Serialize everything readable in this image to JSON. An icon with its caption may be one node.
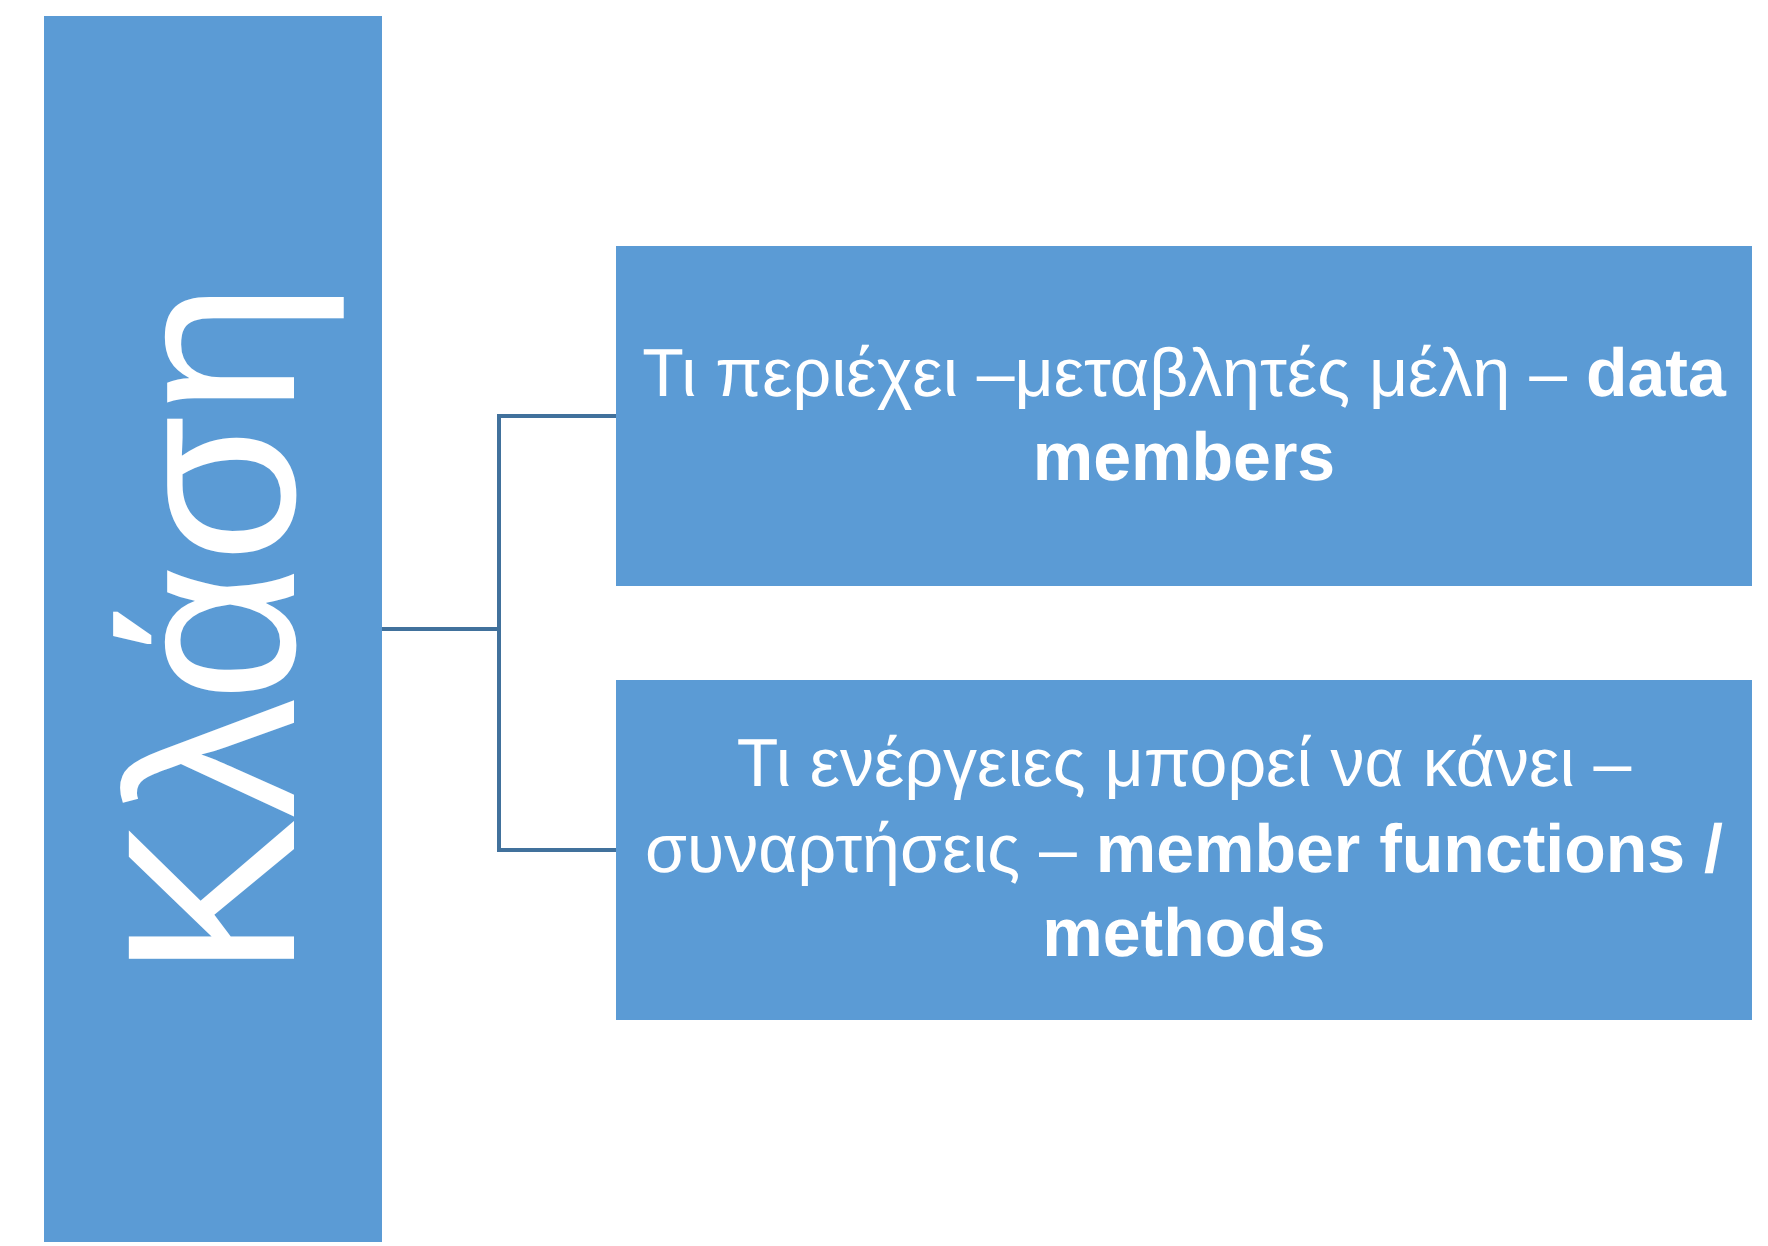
{
  "diagram": {
    "nodes": [
      {
        "text": [
          "Κλάση"
        ]
      },
      {
        "text": [
          "Τι περιέχει –μεταβλητές μέλη – **data members**"
        ]
      },
      {
        "text": [
          "Τι ενέργειες μπορεί να κάνει – συναρτήσεις – **member functions / methods**"
        ]
      }
    ],
    "edges": [
      {
        "from": 0,
        "to": 1,
        "arrow": "none"
      },
      {
        "from": 0,
        "to": 2,
        "arrow": "none"
      }
    ]
  }
}
